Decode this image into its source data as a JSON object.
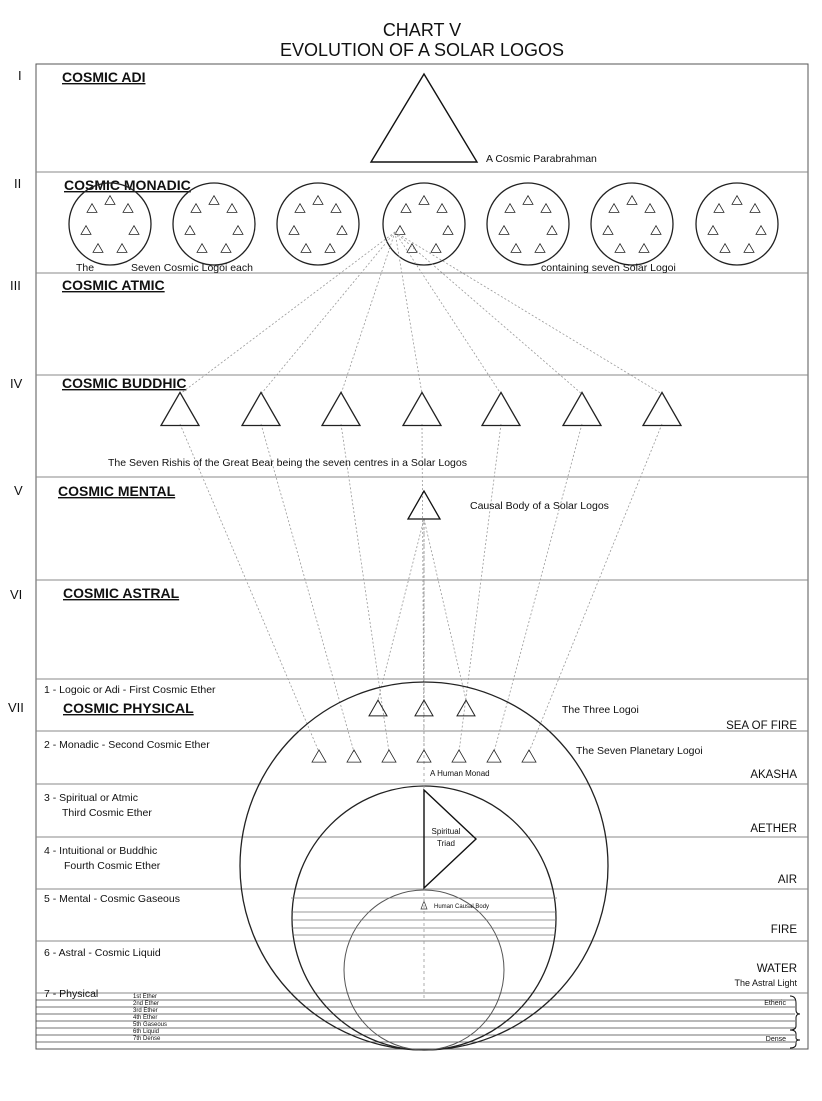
{
  "title": {
    "line1": "CHART V",
    "line2": "EVOLUTION OF A SOLAR LOGOS"
  },
  "planes": [
    {
      "numeral": "I",
      "name": "COSMIC ADI"
    },
    {
      "numeral": "II",
      "name": "COSMIC MONADIC"
    },
    {
      "numeral": "III",
      "name": "COSMIC ATMIC"
    },
    {
      "numeral": "IV",
      "name": "COSMIC BUDDHIC"
    },
    {
      "numeral": "V",
      "name": "COSMIC MENTAL"
    },
    {
      "numeral": "VI",
      "name": "COSMIC ASTRAL"
    },
    {
      "numeral": "VII",
      "name": "COSMIC PHYSICAL"
    }
  ],
  "labels": {
    "parabrahman": "A Cosmic Parabrahman",
    "monadic_left_1": "The",
    "monadic_left_2": "Seven  Cosmic  Logoi  each",
    "monadic_right": "containing  seven  Solar Logoi",
    "rishis": "The Seven Rishis of the Great Bear being the seven centres in a Solar Logos",
    "causal_solar": "Causal Body of a Solar Logos",
    "three_logoi": "The Three Logoi",
    "seven_planetary": "The Seven Planetary Logoi",
    "human_monad": "A Human Monad",
    "spiritual_triad_1": "Spiritual",
    "spiritual_triad_2": "Triad",
    "human_causal": "Human Causal Body",
    "astral_light": "The Astral Light",
    "etheric": "Etheric",
    "dense": "Dense"
  },
  "subplanes": [
    {
      "line1": "1 - Logoic or Adi - First Cosmic Ether",
      "line2": "",
      "element": "SEA OF FIRE"
    },
    {
      "line1": "2 - Monadic - Second Cosmic Ether",
      "line2": "",
      "element": "AKASHA"
    },
    {
      "line1": "3  -  Spiritual  or  Atmic",
      "line2": "Third Cosmic Ether",
      "element": "AETHER"
    },
    {
      "line1": "4 - Intuitional or Buddhic",
      "line2": "Fourth Cosmic Ether",
      "element": "AIR"
    },
    {
      "line1": "5 - Mental - Cosmic Gaseous",
      "line2": "",
      "element": "FIRE"
    },
    {
      "line1": "6 - Astral - Cosmic Liquid",
      "line2": "",
      "element": "WATER"
    },
    {
      "line1": "7 - Physical",
      "line2": "",
      "element": ""
    }
  ],
  "physical_subplanes": [
    "1st Ether",
    "2nd Ether",
    "3rd Ether",
    "4th Ether",
    "5th Gaseous",
    "6th Liquid",
    "7th Dense"
  ]
}
